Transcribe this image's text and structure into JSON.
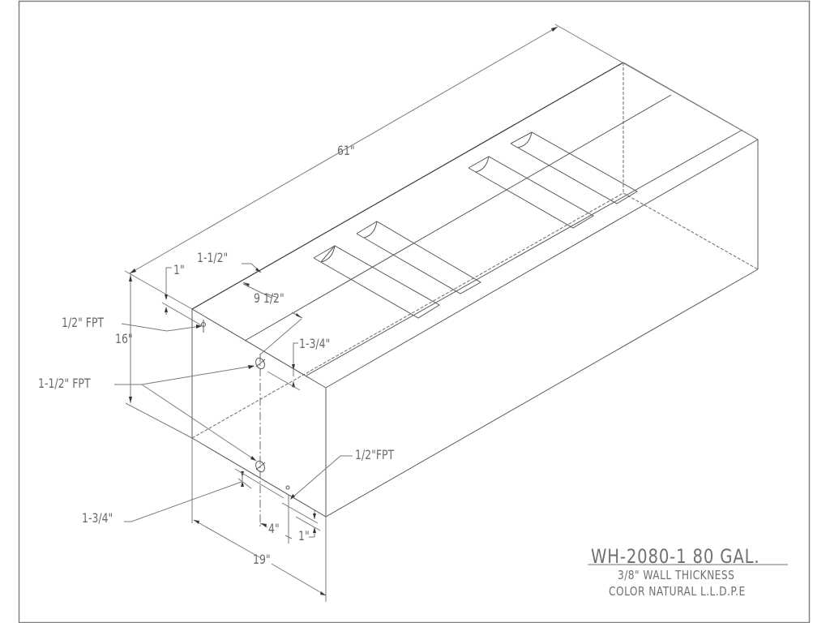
{
  "drawing": {
    "type": "isometric technical drawing",
    "subject": "rectangular water holding tank",
    "dimensions": {
      "length": "61\"",
      "height": "16\"",
      "width": "19\"",
      "top_flange_offset": "1\"",
      "rim_width": "1-1/2\"",
      "fitting_spacing": "9 1/2\"",
      "fitting_drop_upper": "1-3/4\"",
      "fitting_drop_lower": "1-3/4\"",
      "bottom_fitting_offset": "4\"",
      "bottom_fitting_height": "1\""
    },
    "callouts": {
      "top_fitting": "1/2\" FPT",
      "side_fitting": "1-1/2\" FPT",
      "bottom_fitting": "1/2\"FPT",
      "lower_dim": "1-3/4\""
    },
    "features": {
      "strap_channels": 4
    }
  },
  "title_block": {
    "model": "WH-2080-1 80 GAL.",
    "line2": "3/8\" WALL THICKNESS",
    "line3": "COLOR NATURAL L.L.D.P.E"
  },
  "colors": {
    "line": "#5a5a5a",
    "text": "#6a6a6a",
    "frame": "#808080",
    "background": "#ffffff"
  }
}
